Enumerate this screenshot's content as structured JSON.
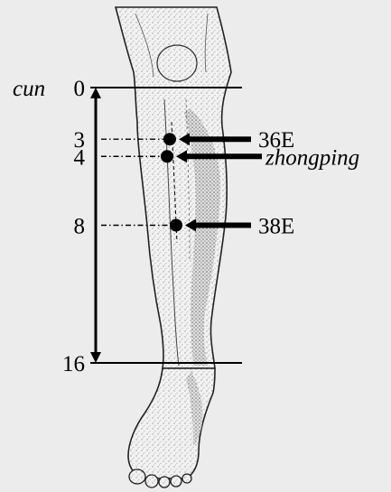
{
  "figure": {
    "unit_label": "cun",
    "scale": {
      "ticks": [
        {
          "label": "0",
          "value": 0
        },
        {
          "label": "3",
          "value": 3
        },
        {
          "label": "4",
          "value": 4
        },
        {
          "label": "8",
          "value": 8
        },
        {
          "label": "16",
          "value": 16
        }
      ],
      "range": [
        0,
        16
      ]
    },
    "points": [
      {
        "label": "36E",
        "value": 3,
        "italic": false
      },
      {
        "label": "zhongping",
        "value": 4,
        "italic": true
      },
      {
        "label": "38E",
        "value": 8,
        "italic": false
      }
    ]
  }
}
